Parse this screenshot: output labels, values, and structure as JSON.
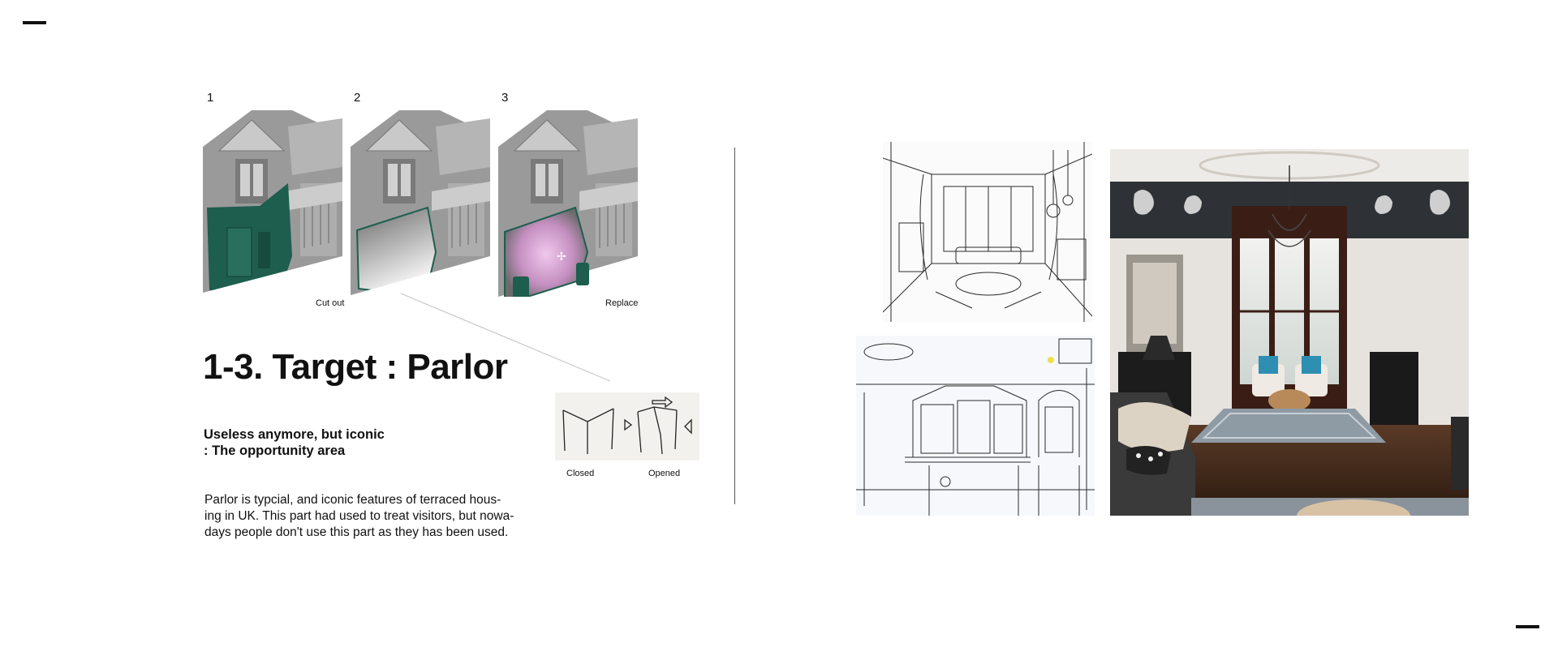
{
  "steps": [
    {
      "number": "1",
      "caption": "Cut out"
    },
    {
      "number": "2",
      "caption": ""
    },
    {
      "number": "3",
      "caption": "Replace"
    }
  ],
  "heading": {
    "title": "1-3. Target : Parlor",
    "subtitle_line1": "Useless anymore, but iconic",
    "subtitle_line2": ": The opportunity area"
  },
  "body": {
    "line1": "Parlor is typcial, and iconic features of terraced hous-",
    "line2": "ing in UK. This part had used to treat visitors, but nowa-",
    "line3": "days people don't use this part as they has been used."
  },
  "sketch_inset": {
    "label_closed": "Closed",
    "label_opened": "Opened"
  },
  "colors": {
    "accent_green": "#1e5e4e",
    "pink_glow": "#e0a8d8",
    "text": "#111111"
  }
}
